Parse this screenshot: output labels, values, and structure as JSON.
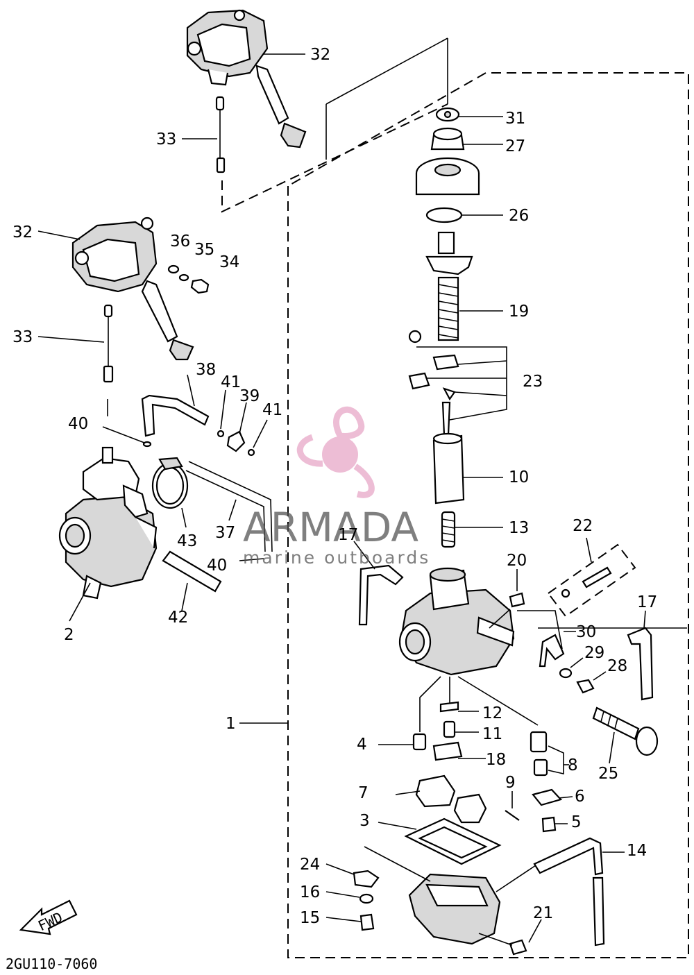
{
  "watermark": {
    "brand": "ARMADA",
    "tagline": "marine outboards",
    "logo_color": "#e8a7c8"
  },
  "diagram_code": "2GU110-7060",
  "direction_badge": "FWD",
  "labels": {
    "l1": "1",
    "l2": "2",
    "l3": "3",
    "l4": "4",
    "l5": "5",
    "l6": "6",
    "l7": "7",
    "l8": "8",
    "l9": "9",
    "l10": "10",
    "l11": "11",
    "l12": "12",
    "l13": "13",
    "l14": "14",
    "l15": "15",
    "l16": "16",
    "l17a": "17",
    "l17b": "17",
    "l18": "18",
    "l19": "19",
    "l20": "20",
    "l21": "21",
    "l22": "22",
    "l23": "23",
    "l24": "24",
    "l25": "25",
    "l26": "26",
    "l27": "27",
    "l28": "28",
    "l29": "29",
    "l30": "30",
    "l31": "31",
    "l32a": "32",
    "l32b": "32",
    "l33a": "33",
    "l33b": "33",
    "l34": "34",
    "l35": "35",
    "l36": "36",
    "l37": "37",
    "l38": "38",
    "l39": "39",
    "l40a": "40",
    "l40b": "40",
    "l41a": "41",
    "l41b": "41",
    "l42": "42",
    "l43": "43"
  }
}
